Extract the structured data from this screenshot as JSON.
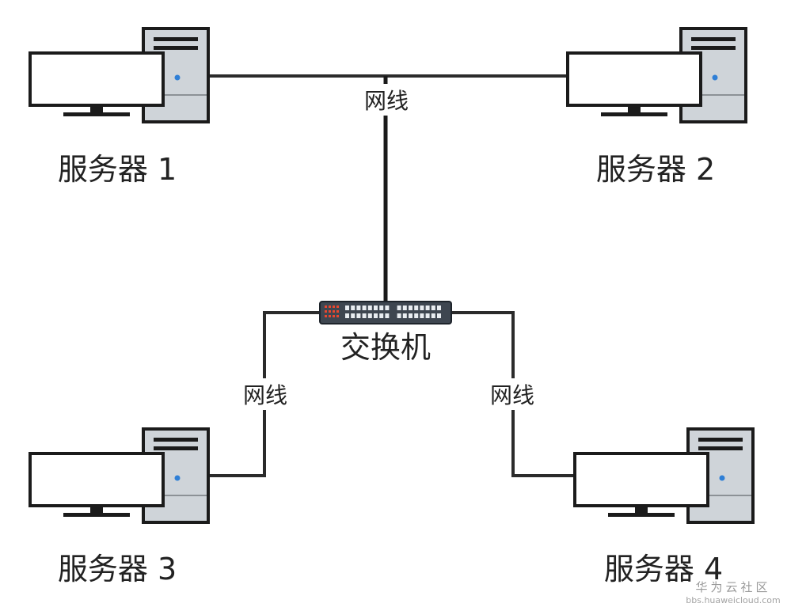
{
  "servers": [
    {
      "id": "server-1",
      "label": "服务器 1"
    },
    {
      "id": "server-2",
      "label": "服务器 2"
    },
    {
      "id": "server-3",
      "label": "服务器 3"
    },
    {
      "id": "server-4",
      "label": "服务器 4"
    }
  ],
  "switch": {
    "label": "交换机"
  },
  "cables": {
    "top": "网线",
    "left": "网线",
    "right": "网线"
  },
  "watermark": {
    "title": "华为云社区",
    "url": "bbs.huaweicloud.com"
  },
  "colors": {
    "cable": "#2b2b2b",
    "tower_shade": "#cfd4d9",
    "led_blue": "#2f7fd6",
    "switch_body": "#3e4650",
    "switch_led": "#e8472f"
  }
}
